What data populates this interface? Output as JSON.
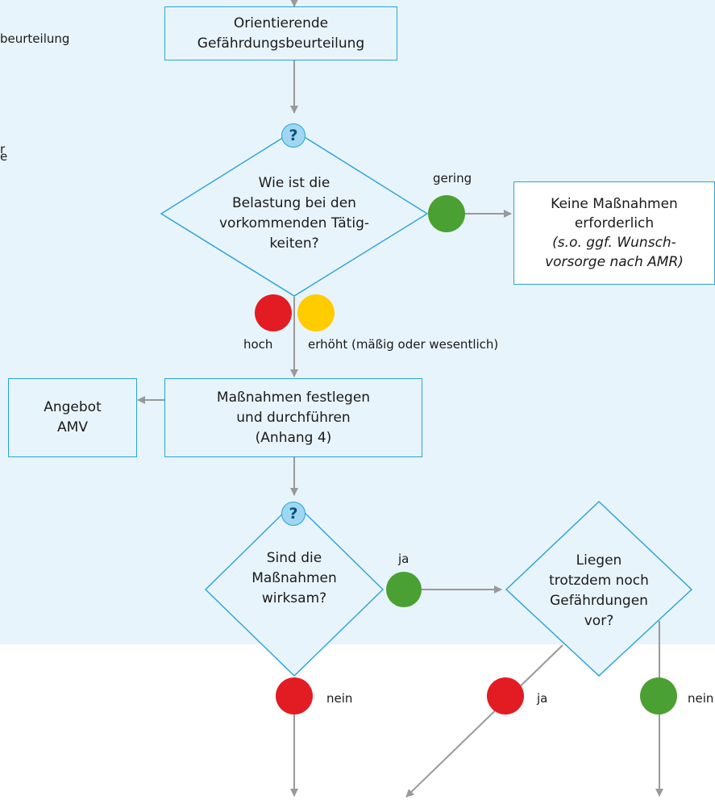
{
  "side_text": {
    "line1": "beurteilung",
    "line2": "r",
    "line3": "e"
  },
  "nodes": {
    "orientierende": "Orientierende\nGefährdungsbeurteilung",
    "question1": "Wie ist die\nBelastung bei den\nvorkommenden Tätig-\nkeiten?",
    "keine_line1": "Keine Maßnahmen",
    "keine_line2": "erforderlich",
    "keine_line3": "(s.o. ggf. Wunsch-",
    "keine_line4": "vorsorge nach AMR)",
    "massnahmen": "Maßnahmen festlegen\nund durchführen\n(Anhang 4)",
    "angebot": "Angebot\nAMV",
    "question2": "Sind die\nMaßnahmen\nwirksam?",
    "question3": "Liegen\ntrotzdem noch\nGefährdungen\nvor?"
  },
  "question_mark": "?",
  "labels": {
    "gering": "gering",
    "hoch": "hoch",
    "erhoeht": "erhöht (mäßig oder wesentlich)",
    "ja1": "ja",
    "nein1": "nein",
    "ja2": "ja",
    "nein2": "nein"
  },
  "colors": {
    "green": "#4aa032",
    "red": "#e31b23",
    "yellow": "#ffcc00",
    "border": "#28a3d8",
    "arrow": "#999999",
    "panel": "#e8f4fc"
  }
}
